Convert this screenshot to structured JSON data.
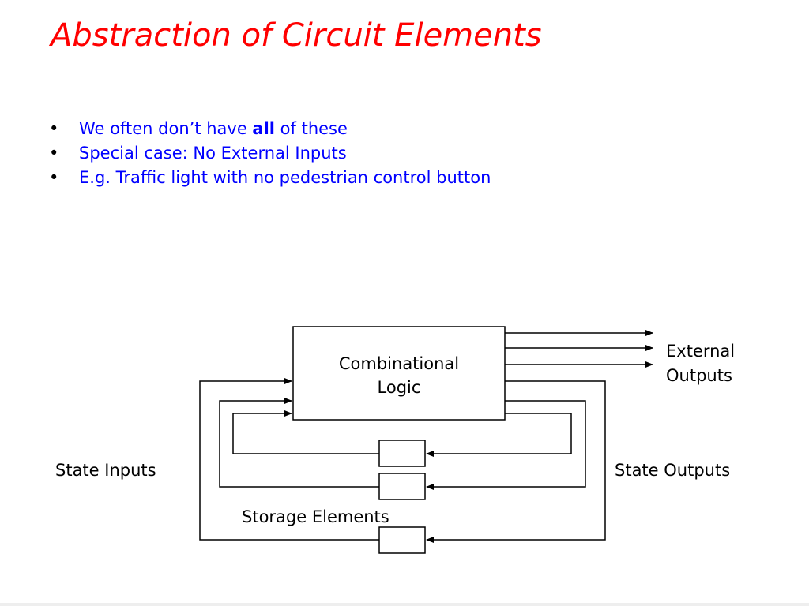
{
  "slide": {
    "title": "Abstraction of Circuit Elements",
    "bullets": [
      {
        "before": "We often don’t have ",
        "bold": "all",
        "after": " of these"
      },
      {
        "before": "Special case: No External Inputs",
        "bold": "",
        "after": ""
      },
      {
        "before": "E.g. Traffic light with no pedestrian control button",
        "bold": "",
        "after": ""
      }
    ]
  },
  "diagram": {
    "logic_block": {
      "line1": "Combinational",
      "line2": "Logic"
    },
    "external_outputs": {
      "line1": "External",
      "line2": "Outputs"
    },
    "state_inputs": "State Inputs",
    "state_outputs": "State Outputs",
    "storage_elements": "Storage Elements"
  },
  "colors": {
    "title": "#ff0000",
    "bullet_text": "#0000ff",
    "diagram": "#000000"
  }
}
